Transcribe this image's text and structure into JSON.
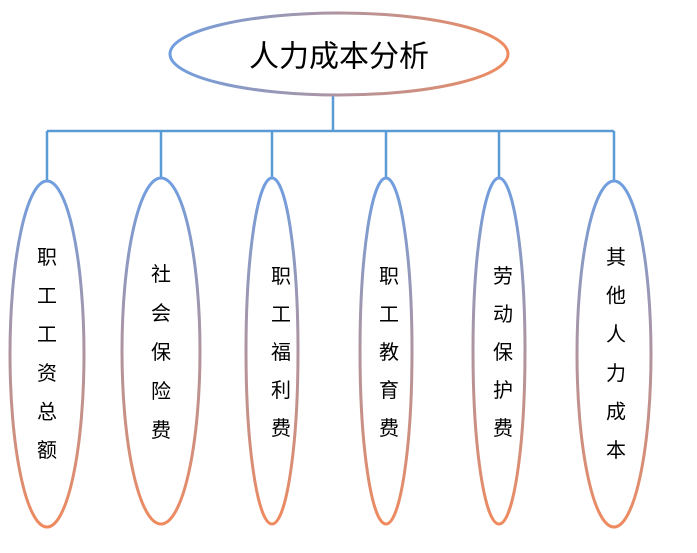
{
  "root": {
    "label": "人力成本分析"
  },
  "children": [
    {
      "id": "c1",
      "label": "职工工资总额"
    },
    {
      "id": "c2",
      "label": "社会保险费"
    },
    {
      "id": "c3",
      "label": "职工福利费"
    },
    {
      "id": "c4",
      "label": "职工教育费"
    },
    {
      "id": "c5",
      "label": "劳动保护费"
    },
    {
      "id": "c6",
      "label": "其他人力成本"
    }
  ],
  "colors": {
    "stroke_start": "#6f9ee0",
    "stroke_end": "#ef8a5e",
    "connector": "#5b9bd5"
  }
}
